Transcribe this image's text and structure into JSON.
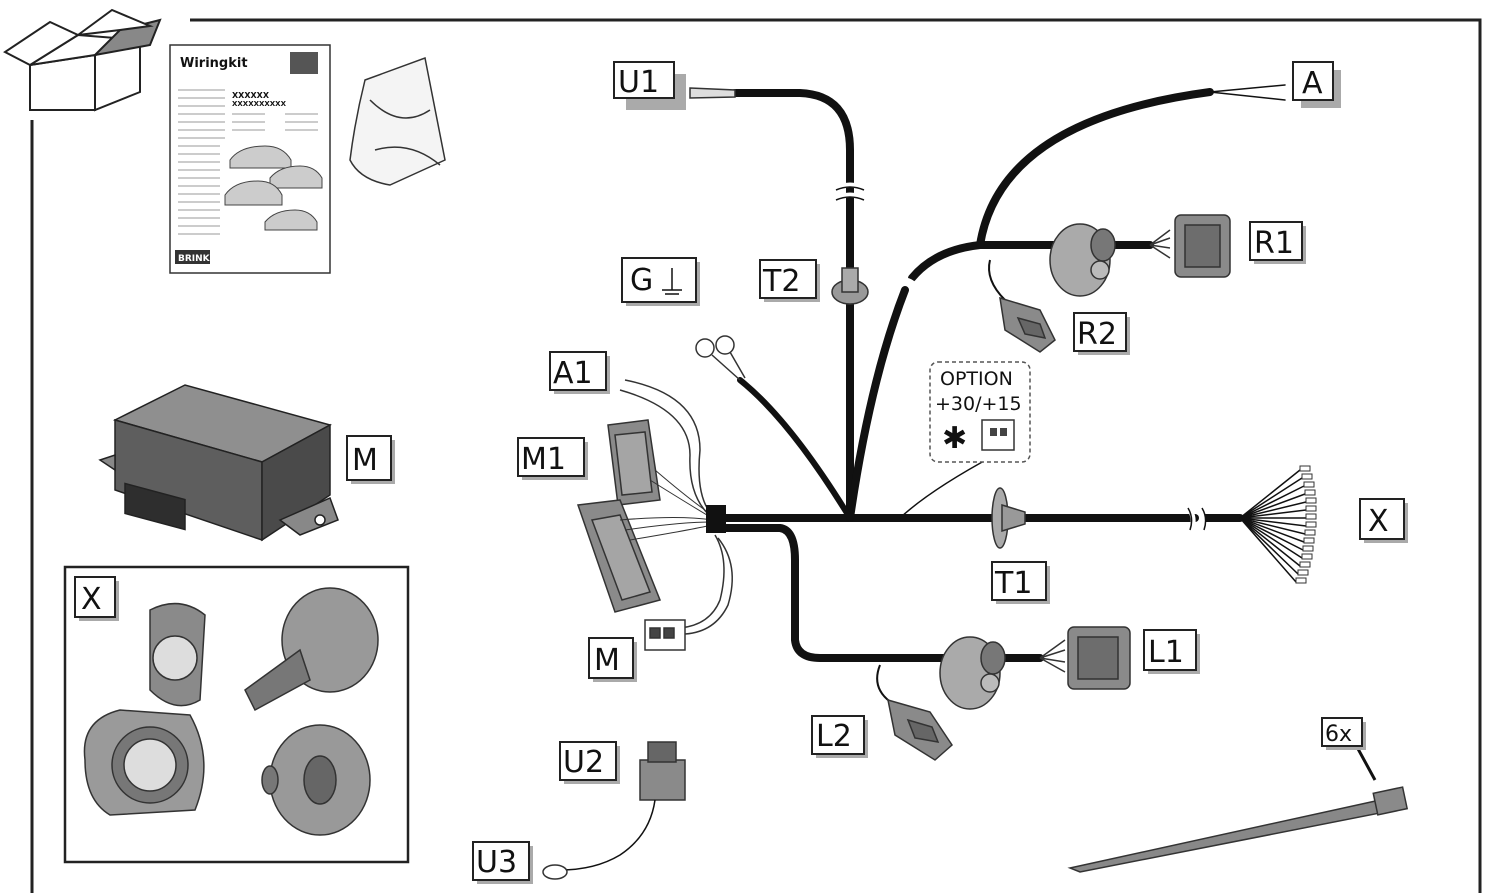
{
  "labels": {
    "U1": "U1",
    "A": "A",
    "R1": "R1",
    "R2": "R2",
    "G": "G",
    "T2": "T2",
    "A1": "A1",
    "M1": "M1",
    "M_module": "M",
    "M_conn": "M",
    "X_main": "X",
    "X_box": "X",
    "T1": "T1",
    "L1": "L1",
    "L2": "L2",
    "U2": "U2",
    "U3": "U3",
    "six_x": "6x"
  },
  "option": {
    "line1": "OPTION",
    "line2": "+30/+15",
    "symbol": "✱"
  },
  "manual": {
    "title": "Wiringkit",
    "code1": "XXXXXX",
    "code2": "XXXXXXXXXX",
    "brand": "BRINK"
  },
  "colors": {
    "wire": "#111111",
    "part": "#8a8a8a",
    "part_dark": "#5a5a5a",
    "outline": "#222222"
  }
}
